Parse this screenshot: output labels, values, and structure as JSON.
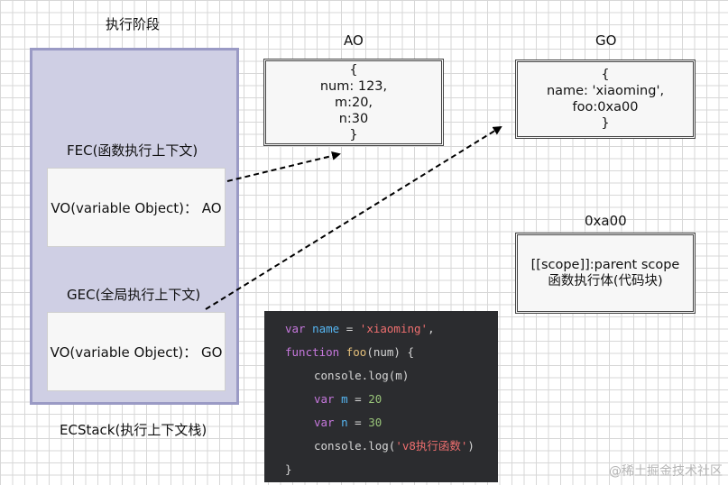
{
  "ecstack": {
    "title": "执行阶段",
    "caption": "ECStack(执行上下文栈)",
    "fec": {
      "title": "FEC(函数执行上下文)",
      "vo": "VO(variable Object)：  AO"
    },
    "gec": {
      "title": "GEC(全局执行上下文)",
      "vo": "VO(variable Object)：  GO"
    }
  },
  "ao": {
    "title": "AO",
    "lines": [
      "{",
      "num: 123,",
      "m:20,",
      "n:30",
      "}"
    ]
  },
  "go": {
    "title": "GO",
    "lines": [
      "{",
      "name: 'xiaoming',",
      "foo:0xa00",
      "}"
    ]
  },
  "heap": {
    "title": "0xa00",
    "lines": [
      "[[scope]]:parent scope",
      "函数执行体(代码块)"
    ]
  },
  "code": {
    "l1": {
      "kw": "var",
      "name": "name",
      "op": " = ",
      "str": "'xiaoming'",
      "end": ","
    },
    "l2": {
      "kw": "function",
      "fn": "foo",
      "args": "(num) {"
    },
    "l3": {
      "text": "console.log(m)"
    },
    "l4": {
      "kw": "var",
      "name": "m",
      "op": " = ",
      "num": "20"
    },
    "l5": {
      "kw": "var",
      "name": "n",
      "op": " = ",
      "num": "30"
    },
    "l6": {
      "pre": "console.log(",
      "str": "'v8执行函数'",
      "post": ")"
    },
    "l7": {
      "text": "}"
    }
  },
  "watermark": "@稀土掘金技术社区",
  "colors": {
    "stack_fill": "#cfcfe4",
    "stack_border": "#9a9ac5",
    "code_bg": "#2b2c2f",
    "keyword": "#c678dd",
    "identifier": "#56b6f2",
    "string": "#ef6f6f",
    "number": "#98c379"
  }
}
